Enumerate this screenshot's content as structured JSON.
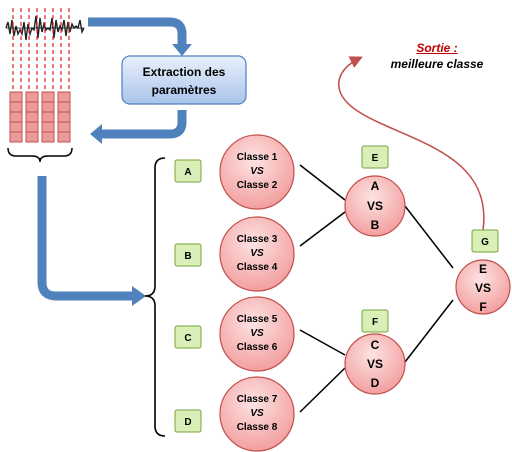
{
  "extraction_box": {
    "line1": "Extraction des",
    "line2": "paramètres"
  },
  "output": {
    "title": "Sortie :",
    "subtitle": "meilleure classe"
  },
  "letters": {
    "A": "A",
    "B": "B",
    "C": "C",
    "D": "D",
    "E": "E",
    "F": "F",
    "G": "G"
  },
  "classifiers": [
    {
      "top": "Classe 1",
      "mid": "VS",
      "bot": "Classe 2"
    },
    {
      "top": "Classe 3",
      "mid": "VS",
      "bot": "Classe 4"
    },
    {
      "top": "Classe 5",
      "mid": "VS",
      "bot": "Classe 6"
    },
    {
      "top": "Classe 7",
      "mid": "VS",
      "bot": "Classe 8"
    }
  ],
  "nodes": {
    "ab": {
      "top": "A",
      "mid": "VS",
      "bot": "B"
    },
    "cd": {
      "top": "C",
      "mid": "VS",
      "bot": "D"
    },
    "ef": {
      "top": "E",
      "mid": "VS",
      "bot": "F"
    }
  },
  "colors": {
    "arrow_blue": "#4f81bd",
    "node_fill": "#f4a9a9",
    "node_stroke": "#c0504d",
    "label_fill": "#d8efb8",
    "label_stroke": "#77a33c",
    "feature_fill": "#ec9b9b",
    "output_curve": "#c0504d"
  }
}
